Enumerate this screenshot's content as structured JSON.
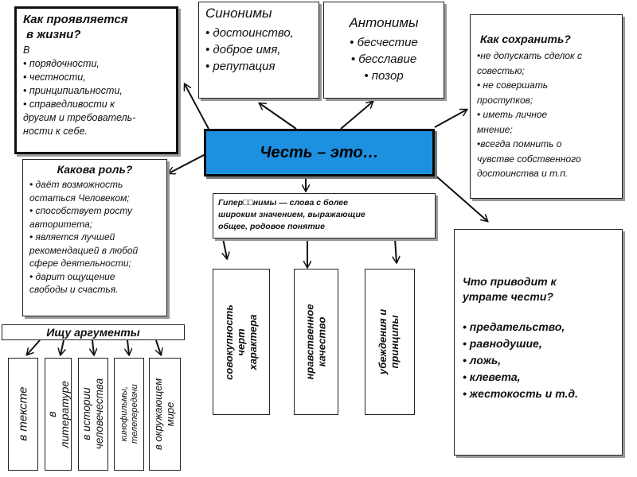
{
  "center": {
    "title": "Честь – это…"
  },
  "life": {
    "title_l1": "Как проявляется",
    "title_l2": "в жизни?",
    "intro": "В",
    "items": [
      "порядочности,",
      "честности,",
      "принципиальности,"
    ],
    "last_l1": "справедливости к",
    "last_l2": "другим и требователь-",
    "last_l3": "ности к себе."
  },
  "synonyms": {
    "title": "Синонимы",
    "items": [
      "достоинство,",
      "доброе имя,",
      "репутация"
    ]
  },
  "antonyms": {
    "title": "Антонимы",
    "items": [
      "бесчестие",
      "бесславие",
      "позор"
    ]
  },
  "keep": {
    "title": "Как сохранить?",
    "l1": "не допускать сделок с",
    "l2": "совестью;",
    "l3": "не совершать",
    "l4": "проступков;",
    "l5": "иметь личное",
    "l6": "мнение;",
    "l7": "всегда помнить о",
    "l8": "чувстве собственного",
    "l9": "достоинства и т.п."
  },
  "role": {
    "title": "Какова роль?",
    "a1": "даёт возможность",
    "a2": "остаться Человеком;",
    "b1": "способствует росту",
    "b2": "авторитета;",
    "c1": "является лучшей",
    "c2": "рекомендацией в любой",
    "c3": "сфере деятельности;",
    "d1": "дарит ощущение",
    "d2": "свободы и счастья."
  },
  "hyper": {
    "l1": "Гипер□□нимы — слова с более",
    "l2": "широким значением, выражающие",
    "l3": "общее, родовое понятие"
  },
  "hyper_items": [
    {
      "l1": "совокупность",
      "l2": "черт",
      "l3": "характера"
    },
    {
      "l1": "нравственное",
      "l2": "качество"
    },
    {
      "l1": "убеждения и",
      "l2": "принципы"
    }
  ],
  "loss": {
    "title_l1": "Что приводит к",
    "title_l2": "утрате чести?",
    "items": [
      "предательство,",
      "равнодушие,",
      "ложь,",
      "клевета,",
      "жестокость и т.д."
    ]
  },
  "args": {
    "title": "Ищу аргументы",
    "cells": [
      {
        "l1": "в тексте"
      },
      {
        "l1": "в",
        "l2": "литературе"
      },
      {
        "l1": "в истории",
        "l2": "человечества"
      },
      {
        "l1": "кинофильмы,",
        "l2": "телепередачи"
      },
      {
        "l1": "в окружающем",
        "l2": "мире"
      }
    ]
  }
}
